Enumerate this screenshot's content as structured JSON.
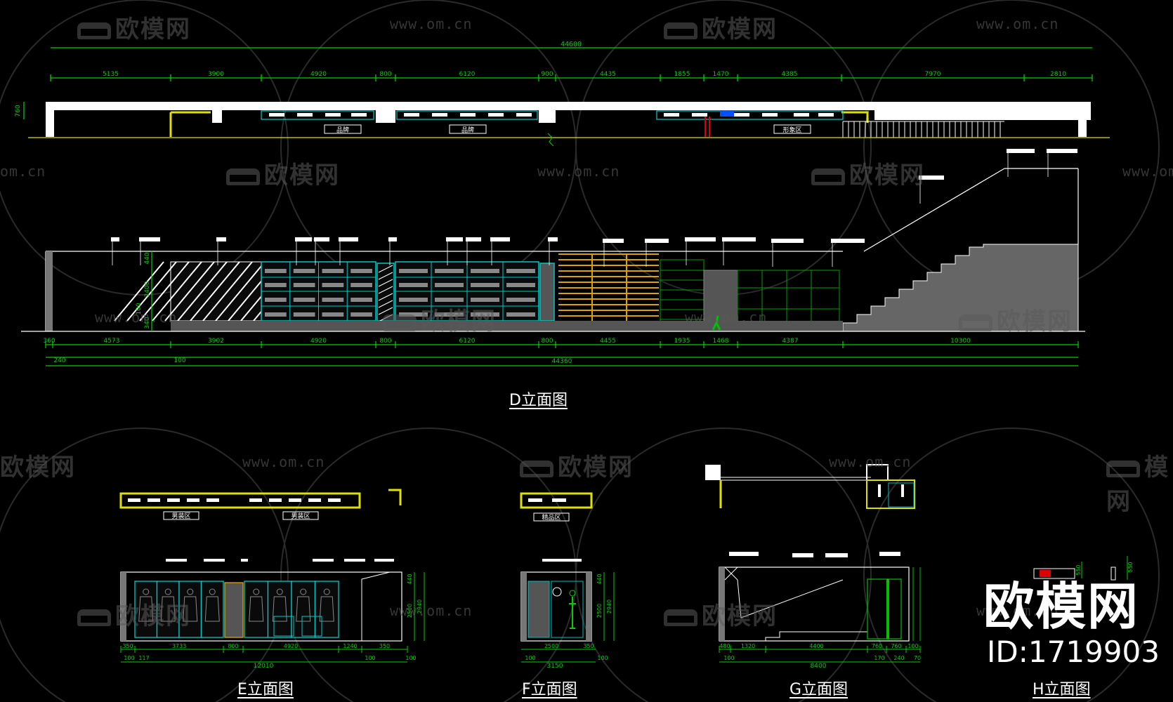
{
  "watermarks": {
    "brand": "欧模网",
    "url": "www.om.cn",
    "url_partial": "om.cn",
    "brand_partial": "模网"
  },
  "branding": {
    "name": "欧模网",
    "id_label": "ID:1719903"
  },
  "views": {
    "d": {
      "title": "D立面图",
      "plan_dims": [
        "5135",
        "3900",
        "4920",
        "800",
        "6120",
        "900",
        "4435",
        "1855",
        "1470",
        "4385",
        "7970",
        "2810"
      ],
      "plan_total": "44600",
      "plan_height": "760",
      "plan_zone_labels": [
        "品牌",
        "品牌",
        "形象区"
      ],
      "elev_dims": [
        "360",
        "4573",
        "3902",
        "4920",
        "800",
        "6120",
        "800",
        "4455",
        "1935",
        "1468",
        "4387",
        "10300"
      ],
      "elev_sub_dims": [
        "240",
        "100"
      ],
      "elev_total": "44360",
      "elev_heights": [
        "440",
        "2400",
        "100",
        "340"
      ]
    },
    "e": {
      "title": "E立面图",
      "plan_zone_labels": [
        "男装区",
        "男装区"
      ],
      "dims": [
        "350",
        "3733",
        "800",
        "4920",
        "1240",
        "350"
      ],
      "sub_dims": [
        "100",
        "117",
        "100",
        "100"
      ],
      "total": "12010",
      "heights": [
        "440",
        "2500",
        "2940"
      ]
    },
    "f": {
      "title": "F立面图",
      "plan_zone_labels": [
        "精品区"
      ],
      "dims": [
        "2500",
        "350"
      ],
      "sub_dims": [
        "100",
        "100"
      ],
      "total": "3150",
      "heights": [
        "440",
        "2500",
        "2940"
      ]
    },
    "g": {
      "title": "G立面图",
      "dims": [
        "480",
        "1320",
        "4400",
        "760",
        "760",
        "100"
      ],
      "sub_dims": [
        "100",
        "170",
        "240",
        "70"
      ],
      "total": "8400"
    },
    "h": {
      "title": "H立面图",
      "heights": [
        "550",
        "550"
      ]
    }
  }
}
